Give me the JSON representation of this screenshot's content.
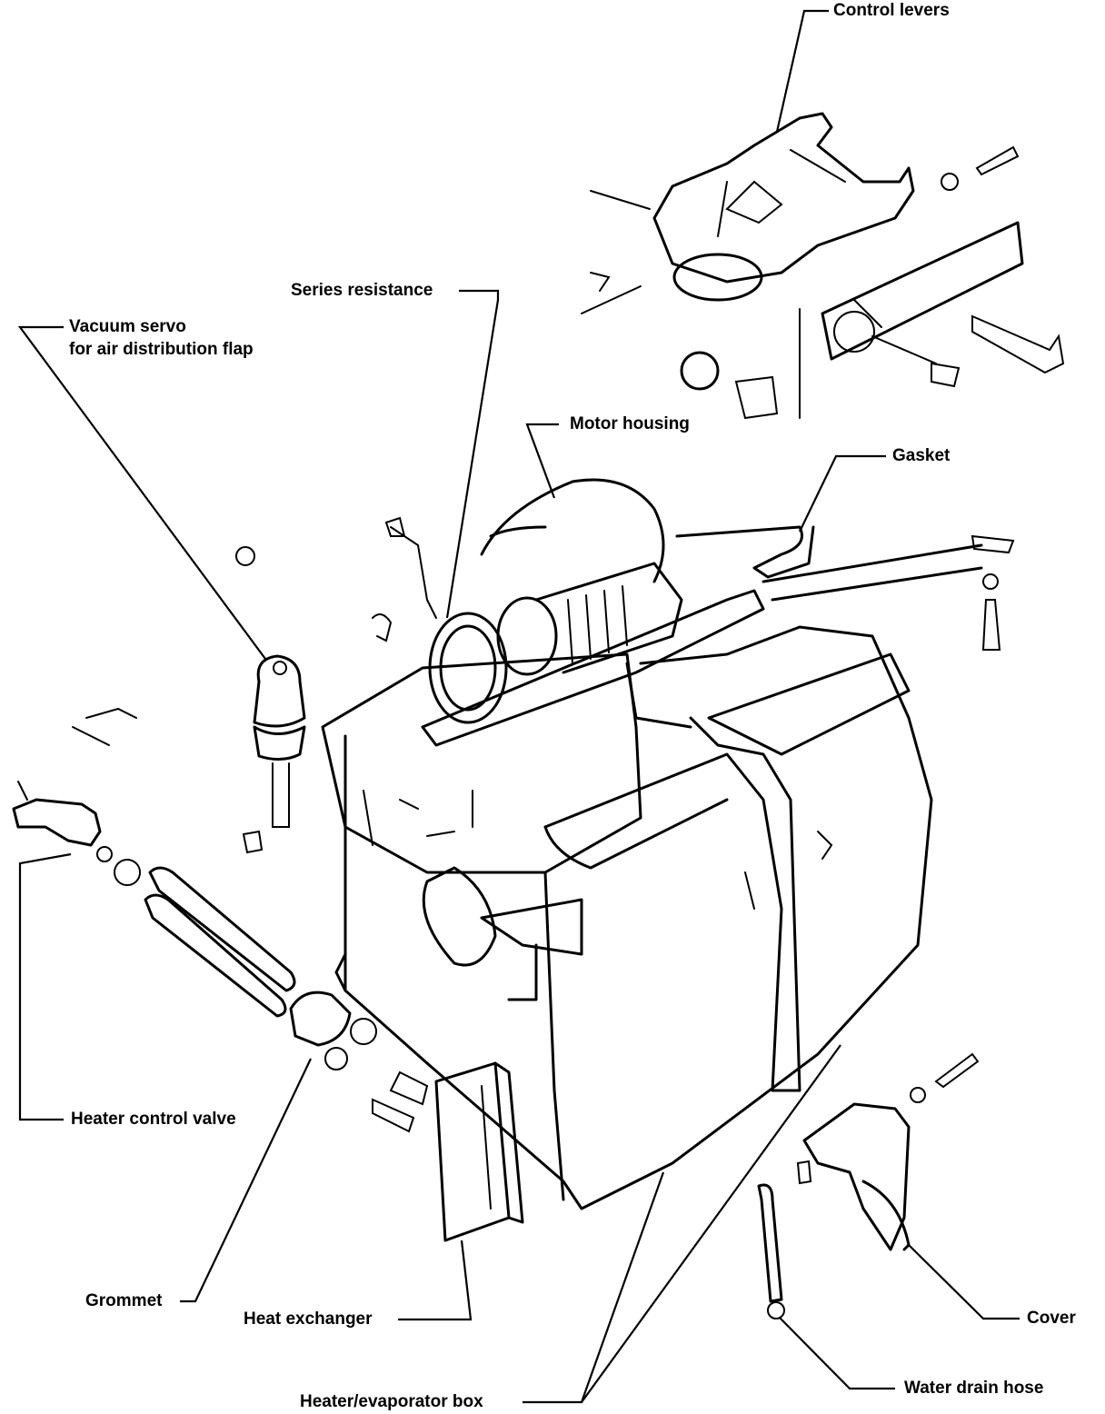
{
  "labels": {
    "control_levers": "Control levers",
    "series_resistance": "Series resistance",
    "vacuum_servo_line1": "Vacuum servo",
    "vacuum_servo_line2": "for air distribution flap",
    "motor_housing": "Motor housing",
    "gasket": "Gasket",
    "heater_control_valve": "Heater control valve",
    "grommet": "Grommet",
    "heat_exchanger": "Heat exchanger",
    "cover": "Cover",
    "heater_evaporator_box": "Heater/evaporator box",
    "water_drain_hose": "Water drain hose"
  }
}
